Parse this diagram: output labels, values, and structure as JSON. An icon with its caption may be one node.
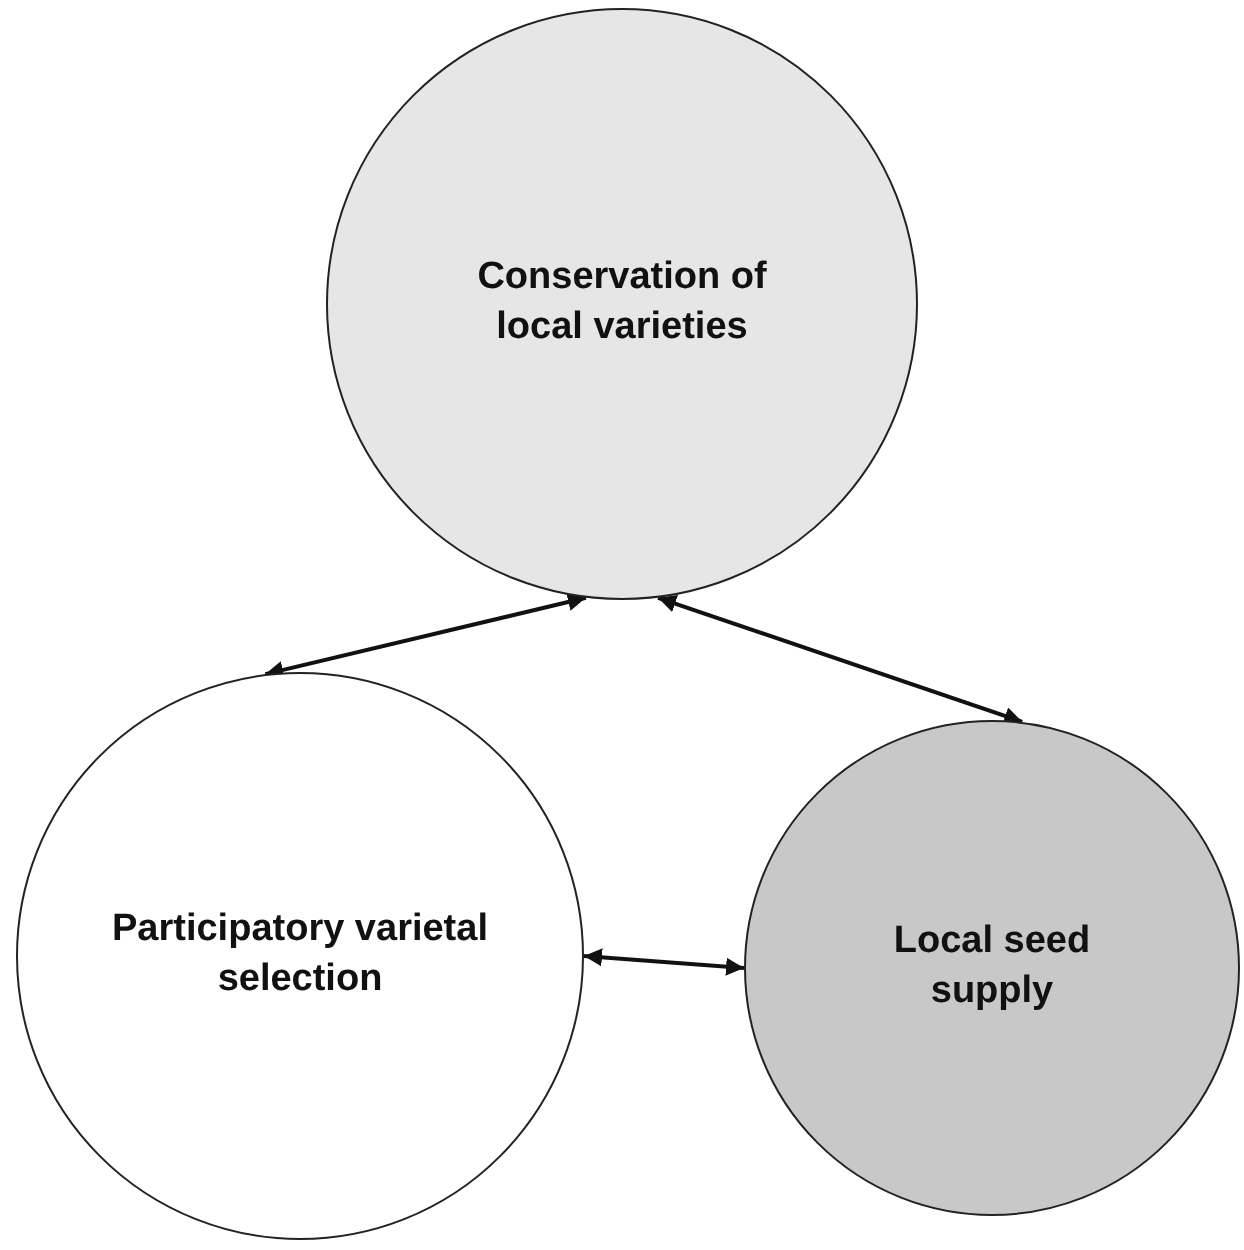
{
  "diagram": {
    "nodes": [
      {
        "text": [
          "Conservation of local varieties"
        ]
      },
      {
        "text": [
          "Participatory varietal selection"
        ]
      },
      {
        "text": [
          "Local seed supply"
        ]
      }
    ],
    "edges": [
      {
        "from": 0,
        "to": 1,
        "arrow": "both"
      },
      {
        "from": 0,
        "to": 2,
        "arrow": "both"
      },
      {
        "from": 1,
        "to": 2,
        "arrow": "both"
      }
    ]
  }
}
